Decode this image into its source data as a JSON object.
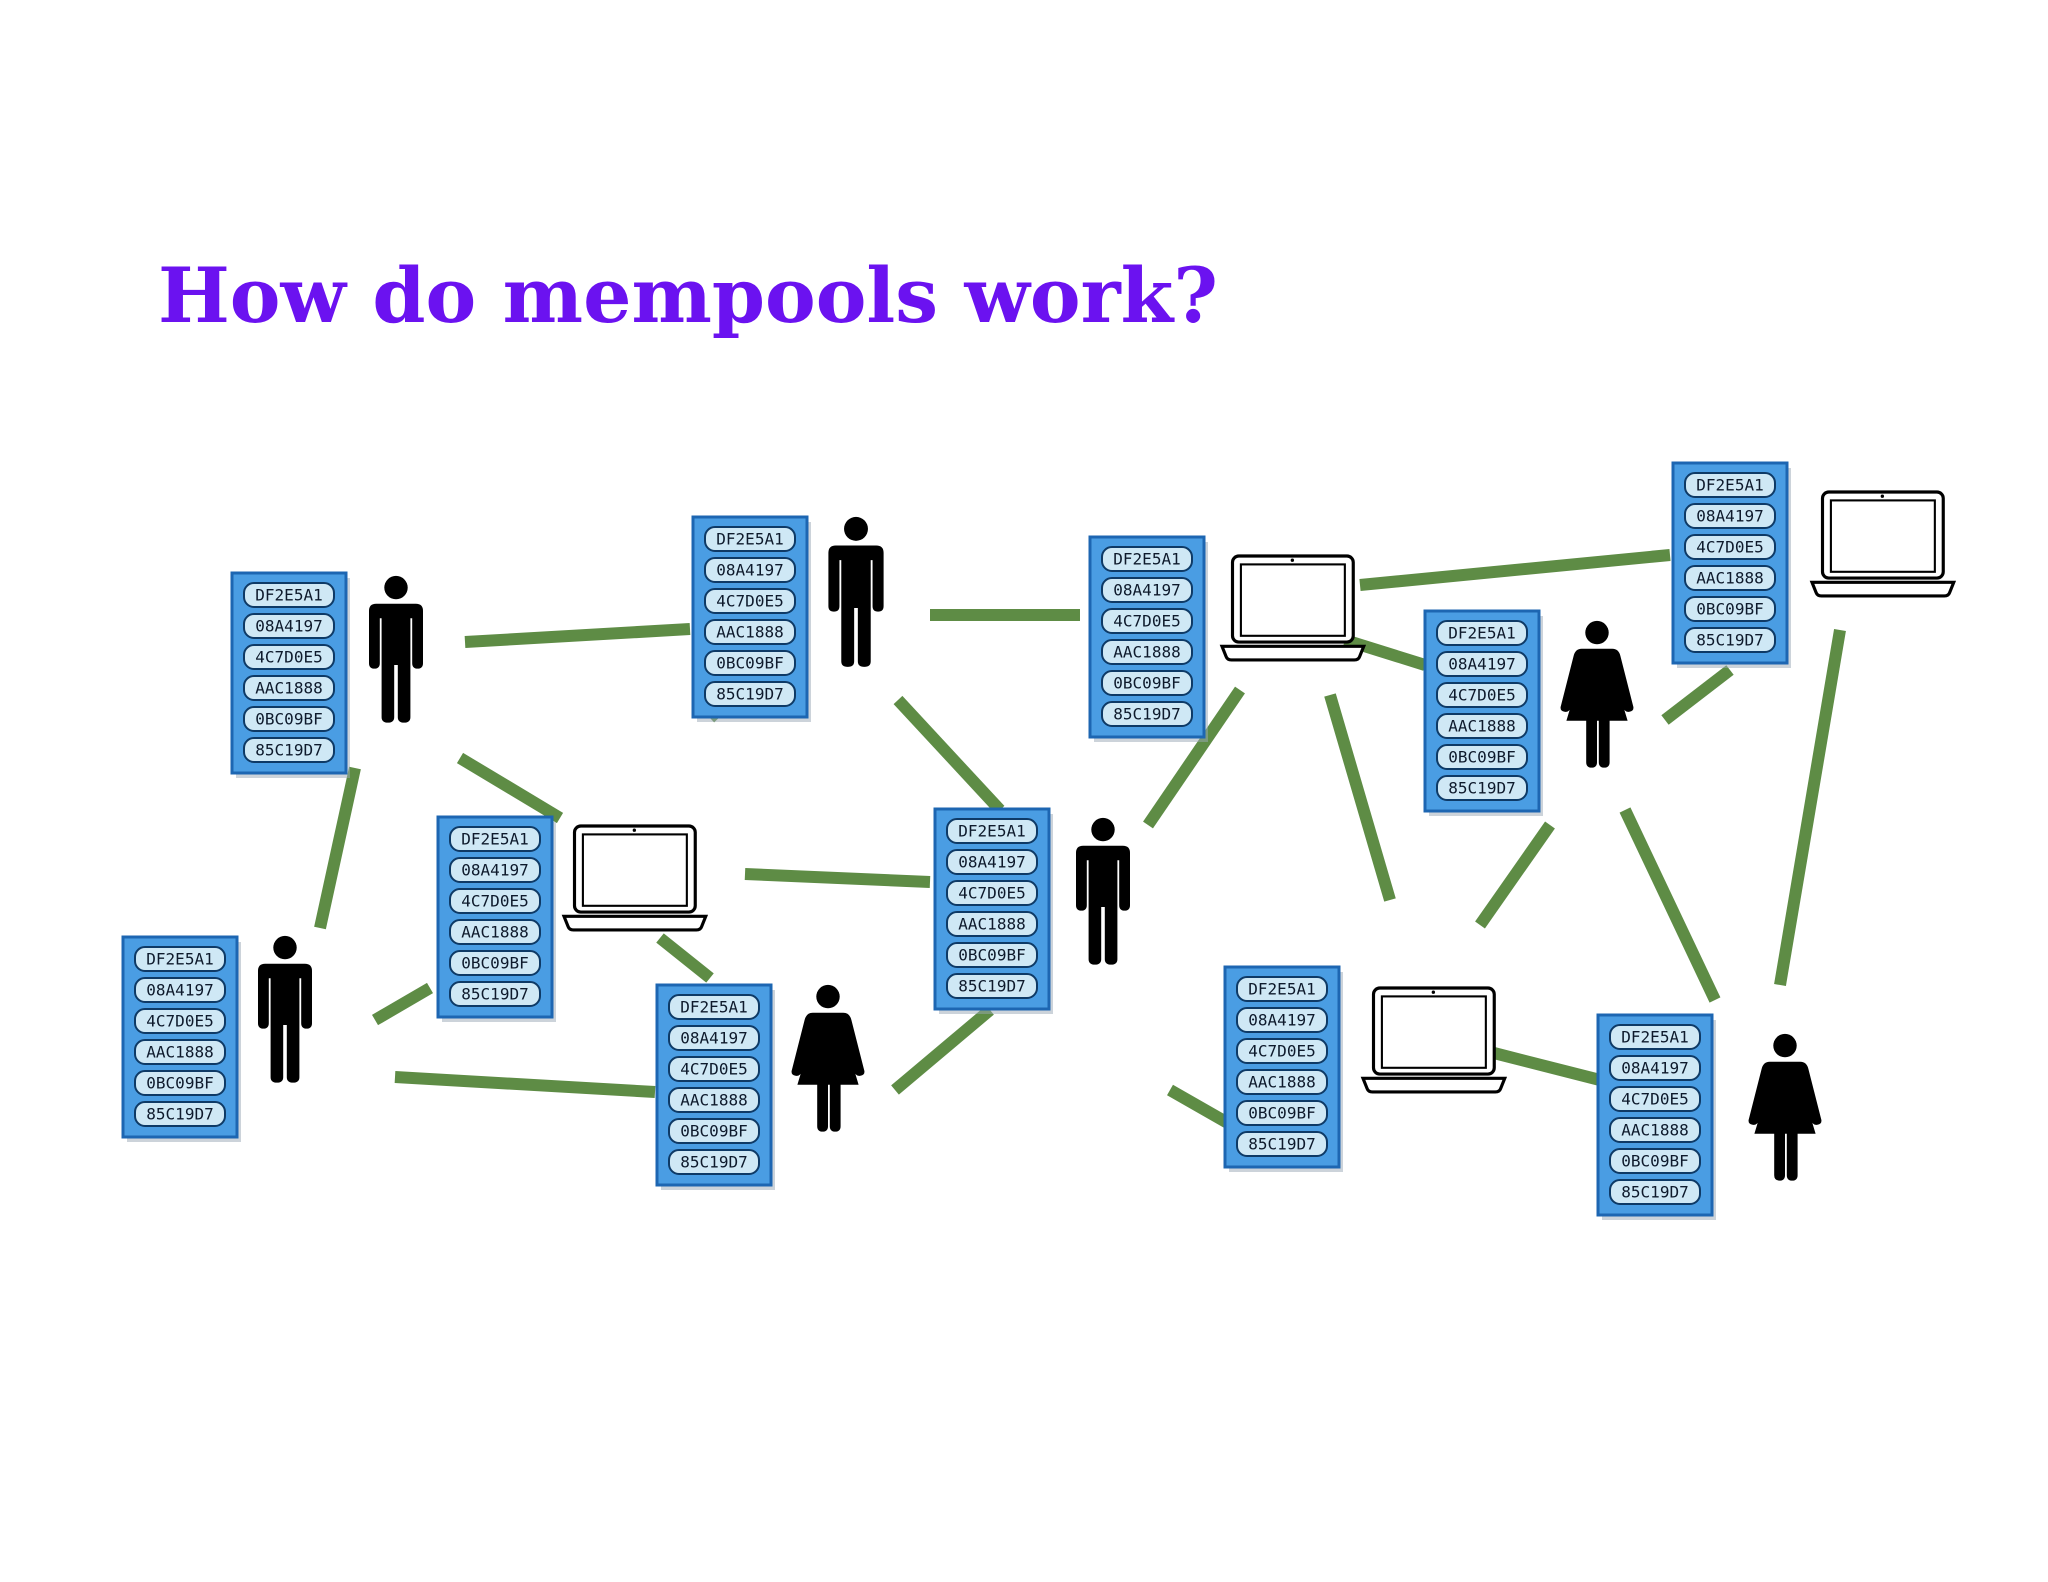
{
  "title": "How do mempools work?",
  "colors": {
    "title": "#6b12f0",
    "edge": "#5e8c45",
    "card_bg": "#4a9de3",
    "card_border": "#1d66b2",
    "pill_bg": "#cfe8f5",
    "pill_border": "#0e3a66",
    "figure": "#000000"
  },
  "mempool_entries": [
    "DF2E5A1",
    "08A4197",
    "4C7D0E5",
    "AAC1888",
    "0BC09BF",
    "85C19D7"
  ],
  "icons": {
    "man": "man-icon",
    "woman": "woman-icon",
    "laptop": "laptop-icon",
    "mempool": "mempool-list"
  }
}
